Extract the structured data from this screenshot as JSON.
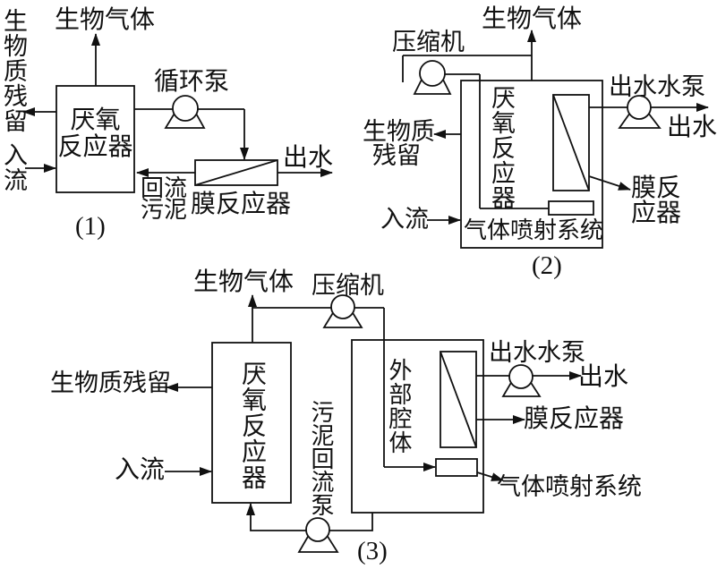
{
  "figure": {
    "description": "Three configurations of anaerobic membrane bioreactor systems"
  },
  "diagram1": {
    "caption": "(1)",
    "labels": {
      "biogas": "生物气体",
      "biomass_residue": "生物质残留",
      "inflow": "入流",
      "reactor_line1": "厌氧",
      "reactor_line2": "反应器",
      "circulation_pump": "循环泵",
      "effluent": "出水",
      "return_sludge_line1": "回流",
      "return_sludge_line2": "污泥",
      "membrane_reactor": "膜反应器"
    }
  },
  "diagram2": {
    "caption": "(2)",
    "labels": {
      "compressor": "压缩机",
      "biogas": "生物气体",
      "anaerobic_reactor": "厌氧反应器",
      "biomass_residue_line1": "生物质",
      "biomass_residue_line2": "残留",
      "inflow": "入流",
      "gas_injection_system": "气体喷射系统",
      "effluent_pump": "出水水泵",
      "effluent": "出水",
      "membrane_reactor_line1": "膜反",
      "membrane_reactor_line2": "应器"
    }
  },
  "diagram3": {
    "caption": "(3)",
    "labels": {
      "biogas": "生物气体",
      "compressor": "压缩机",
      "biomass_residue": "生物质残留",
      "inflow": "入流",
      "anaerobic_reactor": "厌氧反应器",
      "sludge_return_pump": "污泥回流泵",
      "external_chamber": "外部腔体",
      "effluent_pump": "出水水泵",
      "effluent": "出水",
      "membrane_reactor": "膜反应器",
      "gas_injection_system": "气体喷射系统"
    }
  }
}
